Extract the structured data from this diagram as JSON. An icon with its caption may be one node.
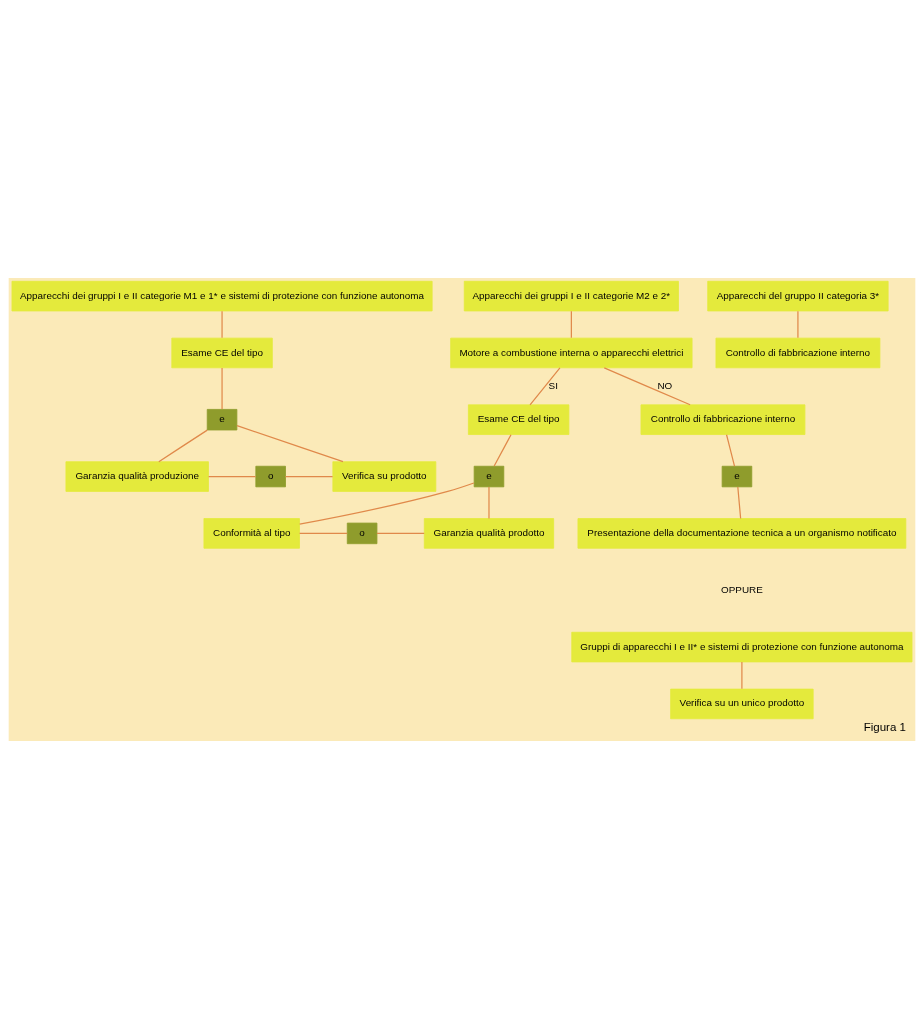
{
  "diagram": {
    "caption": "Figura 1",
    "nodes": [
      {
        "text": [
          "Apparecchi dei gruppi I e II categorie M1 e 1* e sistemi di protezione con funzione autonoma"
        ]
      },
      {
        "text": [
          "Apparecchi dei gruppi I e II categorie M2 e 2*"
        ]
      },
      {
        "text": [
          "Apparecchi del gruppo II categoria 3*"
        ]
      },
      {
        "text": [
          "Esame CE del tipo"
        ]
      },
      {
        "text": [
          "Motore a combustione interna o apparecchi elettrici"
        ]
      },
      {
        "text": [
          "Controllo di fabbricazione interno"
        ]
      },
      {
        "text": [
          "e"
        ]
      },
      {
        "text": [
          "Esame CE del tipo"
        ]
      },
      {
        "text": [
          "Controllo di fabbricazione interno"
        ]
      },
      {
        "text": [
          "Garanzia qualità produzione"
        ]
      },
      {
        "text": [
          "o"
        ]
      },
      {
        "text": [
          "Verifica su prodotto"
        ]
      },
      {
        "text": [
          "e"
        ]
      },
      {
        "text": [
          "e"
        ]
      },
      {
        "text": [
          "Conformità al tipo"
        ]
      },
      {
        "text": [
          "o"
        ]
      },
      {
        "text": [
          "Garanzia qualità prodotto"
        ]
      },
      {
        "text": [
          "Presentazione della documentazione tecnica a un organismo notificato"
        ]
      },
      {
        "text": [
          "Gruppi di apparecchi I e II* e sistemi di protezione con funzione autonoma"
        ]
      },
      {
        "text": [
          "Verifica su un unico prodotto"
        ]
      }
    ],
    "edges": [
      {
        "from": 0,
        "to": 3,
        "arrow": "none"
      },
      {
        "from": 3,
        "to": 6,
        "arrow": "none"
      },
      {
        "from": 6,
        "to": 9,
        "arrow": "none"
      },
      {
        "from": 6,
        "to": 11,
        "arrow": "none"
      },
      {
        "from": 9,
        "to": 10,
        "arrow": "none"
      },
      {
        "from": 10,
        "to": 11,
        "arrow": "none"
      },
      {
        "from": 1,
        "to": 4,
        "arrow": "none"
      },
      {
        "from": 4,
        "to": 7,
        "arrow": "none",
        "label": "SI"
      },
      {
        "from": 4,
        "to": 8,
        "arrow": "none",
        "label": "NO"
      },
      {
        "from": 2,
        "to": 5,
        "arrow": "none"
      },
      {
        "from": 7,
        "to": 13,
        "arrow": "none"
      },
      {
        "from": 13,
        "to": 14,
        "arrow": "none"
      },
      {
        "from": 13,
        "to": 16,
        "arrow": "none"
      },
      {
        "from": 14,
        "to": 15,
        "arrow": "none"
      },
      {
        "from": 15,
        "to": 16,
        "arrow": "none"
      },
      {
        "from": 8,
        "to": 12,
        "arrow": "none"
      },
      {
        "from": 12,
        "to": 17,
        "arrow": "none"
      },
      {
        "from": 18,
        "to": 19,
        "arrow": "none"
      }
    ],
    "labels": [
      "OPPURE"
    ]
  }
}
